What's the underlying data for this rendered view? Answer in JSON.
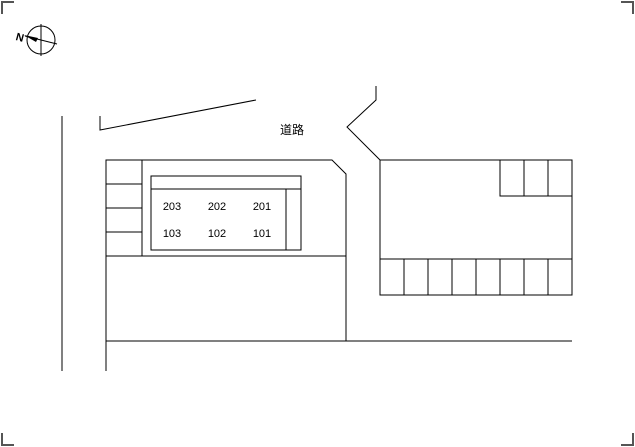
{
  "map": {
    "compass": {
      "north_label": "N",
      "icon": "compass-north-icon"
    },
    "road_label": "道路",
    "units": {
      "upper_floor": [
        "203",
        "202",
        "201"
      ],
      "lower_floor": [
        "103",
        "102",
        "101"
      ]
    },
    "colors": {
      "line": "#000000",
      "background": "#ffffff",
      "corner_marks": "#555555"
    }
  }
}
